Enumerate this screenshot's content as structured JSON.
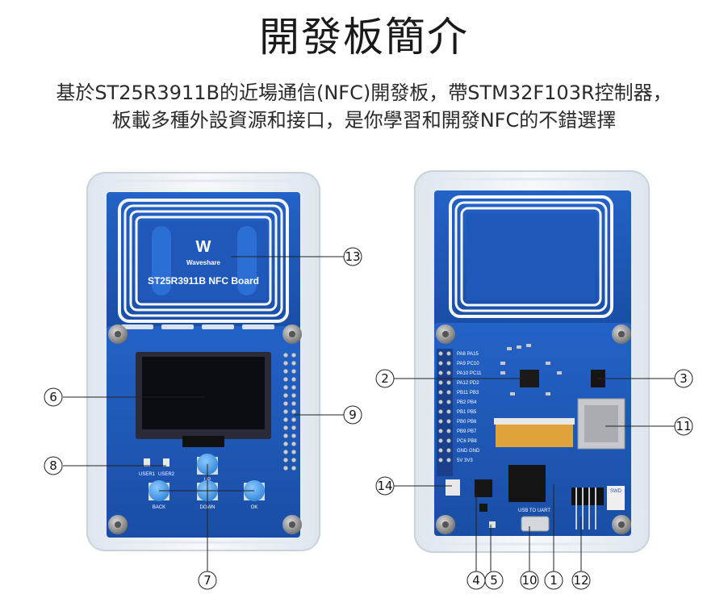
{
  "title": "開發板簡介",
  "subtitle": {
    "line1": "基於ST25R3911B的近場通信(NFC)開發板，帶STM32F103R控制器，",
    "line2": "板載多種外設資源和接口，是你學習和開發NFC的不錯選擇"
  },
  "front_board": {
    "logo_text": "Waveshare",
    "board_name": "ST25R3911B NFC Board",
    "button_labels": {
      "up": "UP",
      "back": "BACK",
      "down": "DOWN",
      "ok": "OK"
    },
    "led_labels": {
      "user1": "USER1",
      "user2": "USER2"
    }
  },
  "back_board": {
    "usb_label": "USB TO UART",
    "swd_label": "SWD",
    "pin_labels": [
      "PA8 PA15",
      "PA9 PC10",
      "PA10 PC11",
      "PA12 PD2",
      "PB11 PB3",
      "PB2 PB4",
      "PB1 PB5",
      "PB0 PB6",
      "PB9 PB7",
      "PC6 PB8",
      "GND GND",
      "5V 3V3"
    ]
  },
  "callouts": {
    "c1": "1",
    "c2": "2",
    "c3": "3",
    "c4": "4",
    "c5": "5",
    "c6": "6",
    "c7": "7",
    "c8": "8",
    "c9": "9",
    "c10": "10",
    "c11": "11",
    "c12": "12",
    "c13": "13",
    "c14": "14"
  },
  "colors": {
    "pcb_blue": "#1f58b8",
    "case_clear": "#eef3f8",
    "button_blue": "#4aa0e8",
    "oled_black": "#0b0b12",
    "antenna_white": "#f4f6fa"
  }
}
